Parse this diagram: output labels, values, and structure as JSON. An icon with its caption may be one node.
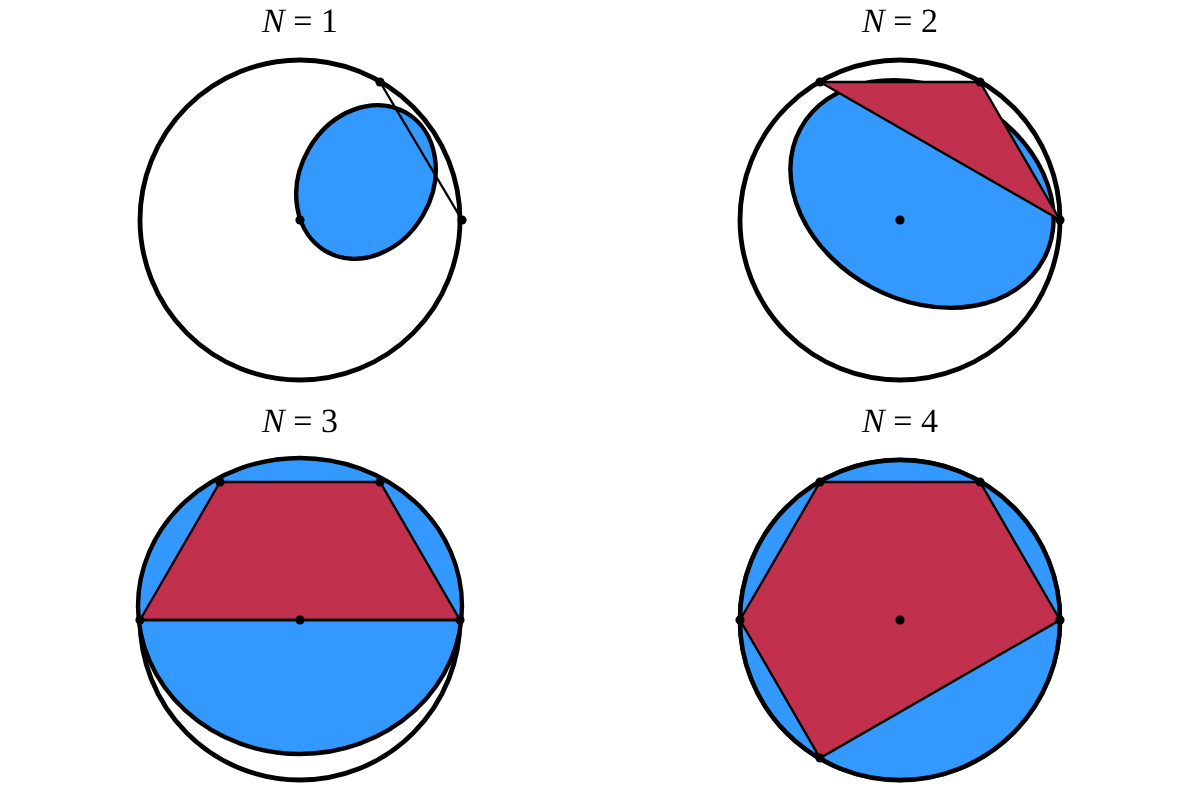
{
  "diagram": {
    "labels": [
      "*N* = 1",
      "*N* = 2",
      "*N* = 3",
      "*N* = 4"
    ]
  }
}
